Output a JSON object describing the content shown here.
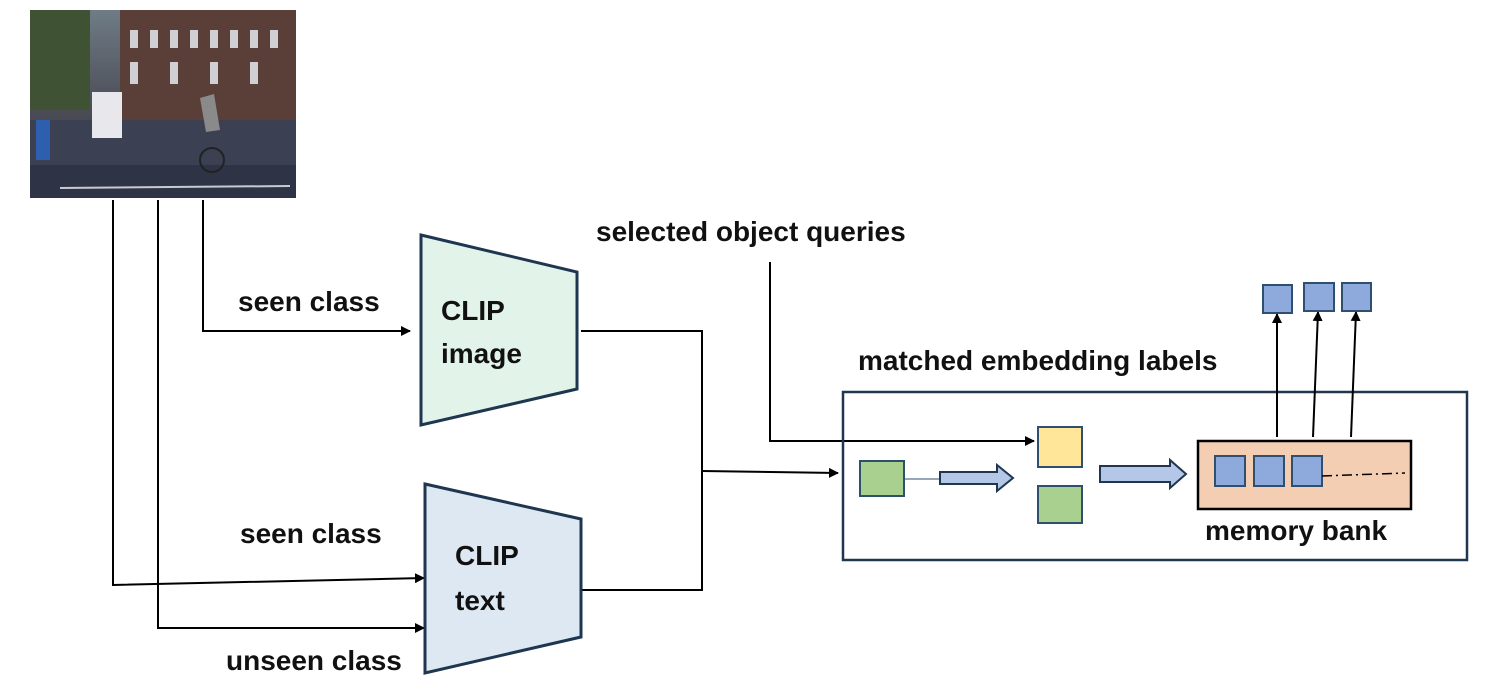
{
  "labels": {
    "seen_class_top": "seen class",
    "seen_class_bottom": "seen class",
    "unseen_class": "unseen class",
    "selected_queries": "selected object queries",
    "matched_labels": "matched embedding labels",
    "memory_bank": "memory bank"
  },
  "encoders": {
    "clip_image": {
      "line1": "CLIP",
      "line2": "image"
    },
    "clip_text": {
      "line1": "CLIP",
      "line2": "text"
    }
  },
  "colors": {
    "clip_image_fill": "#e2f4ea",
    "clip_text_fill": "#dde8f3",
    "encoder_stroke": "#1f3650",
    "green_square": "#a9d08e",
    "yellow_square": "#ffe699",
    "blue_square": "#8ea9db",
    "memory_bank_fill": "#f4ceb2",
    "arrow_fill": "#b4c7e7",
    "container_stroke": "#1f3650"
  }
}
